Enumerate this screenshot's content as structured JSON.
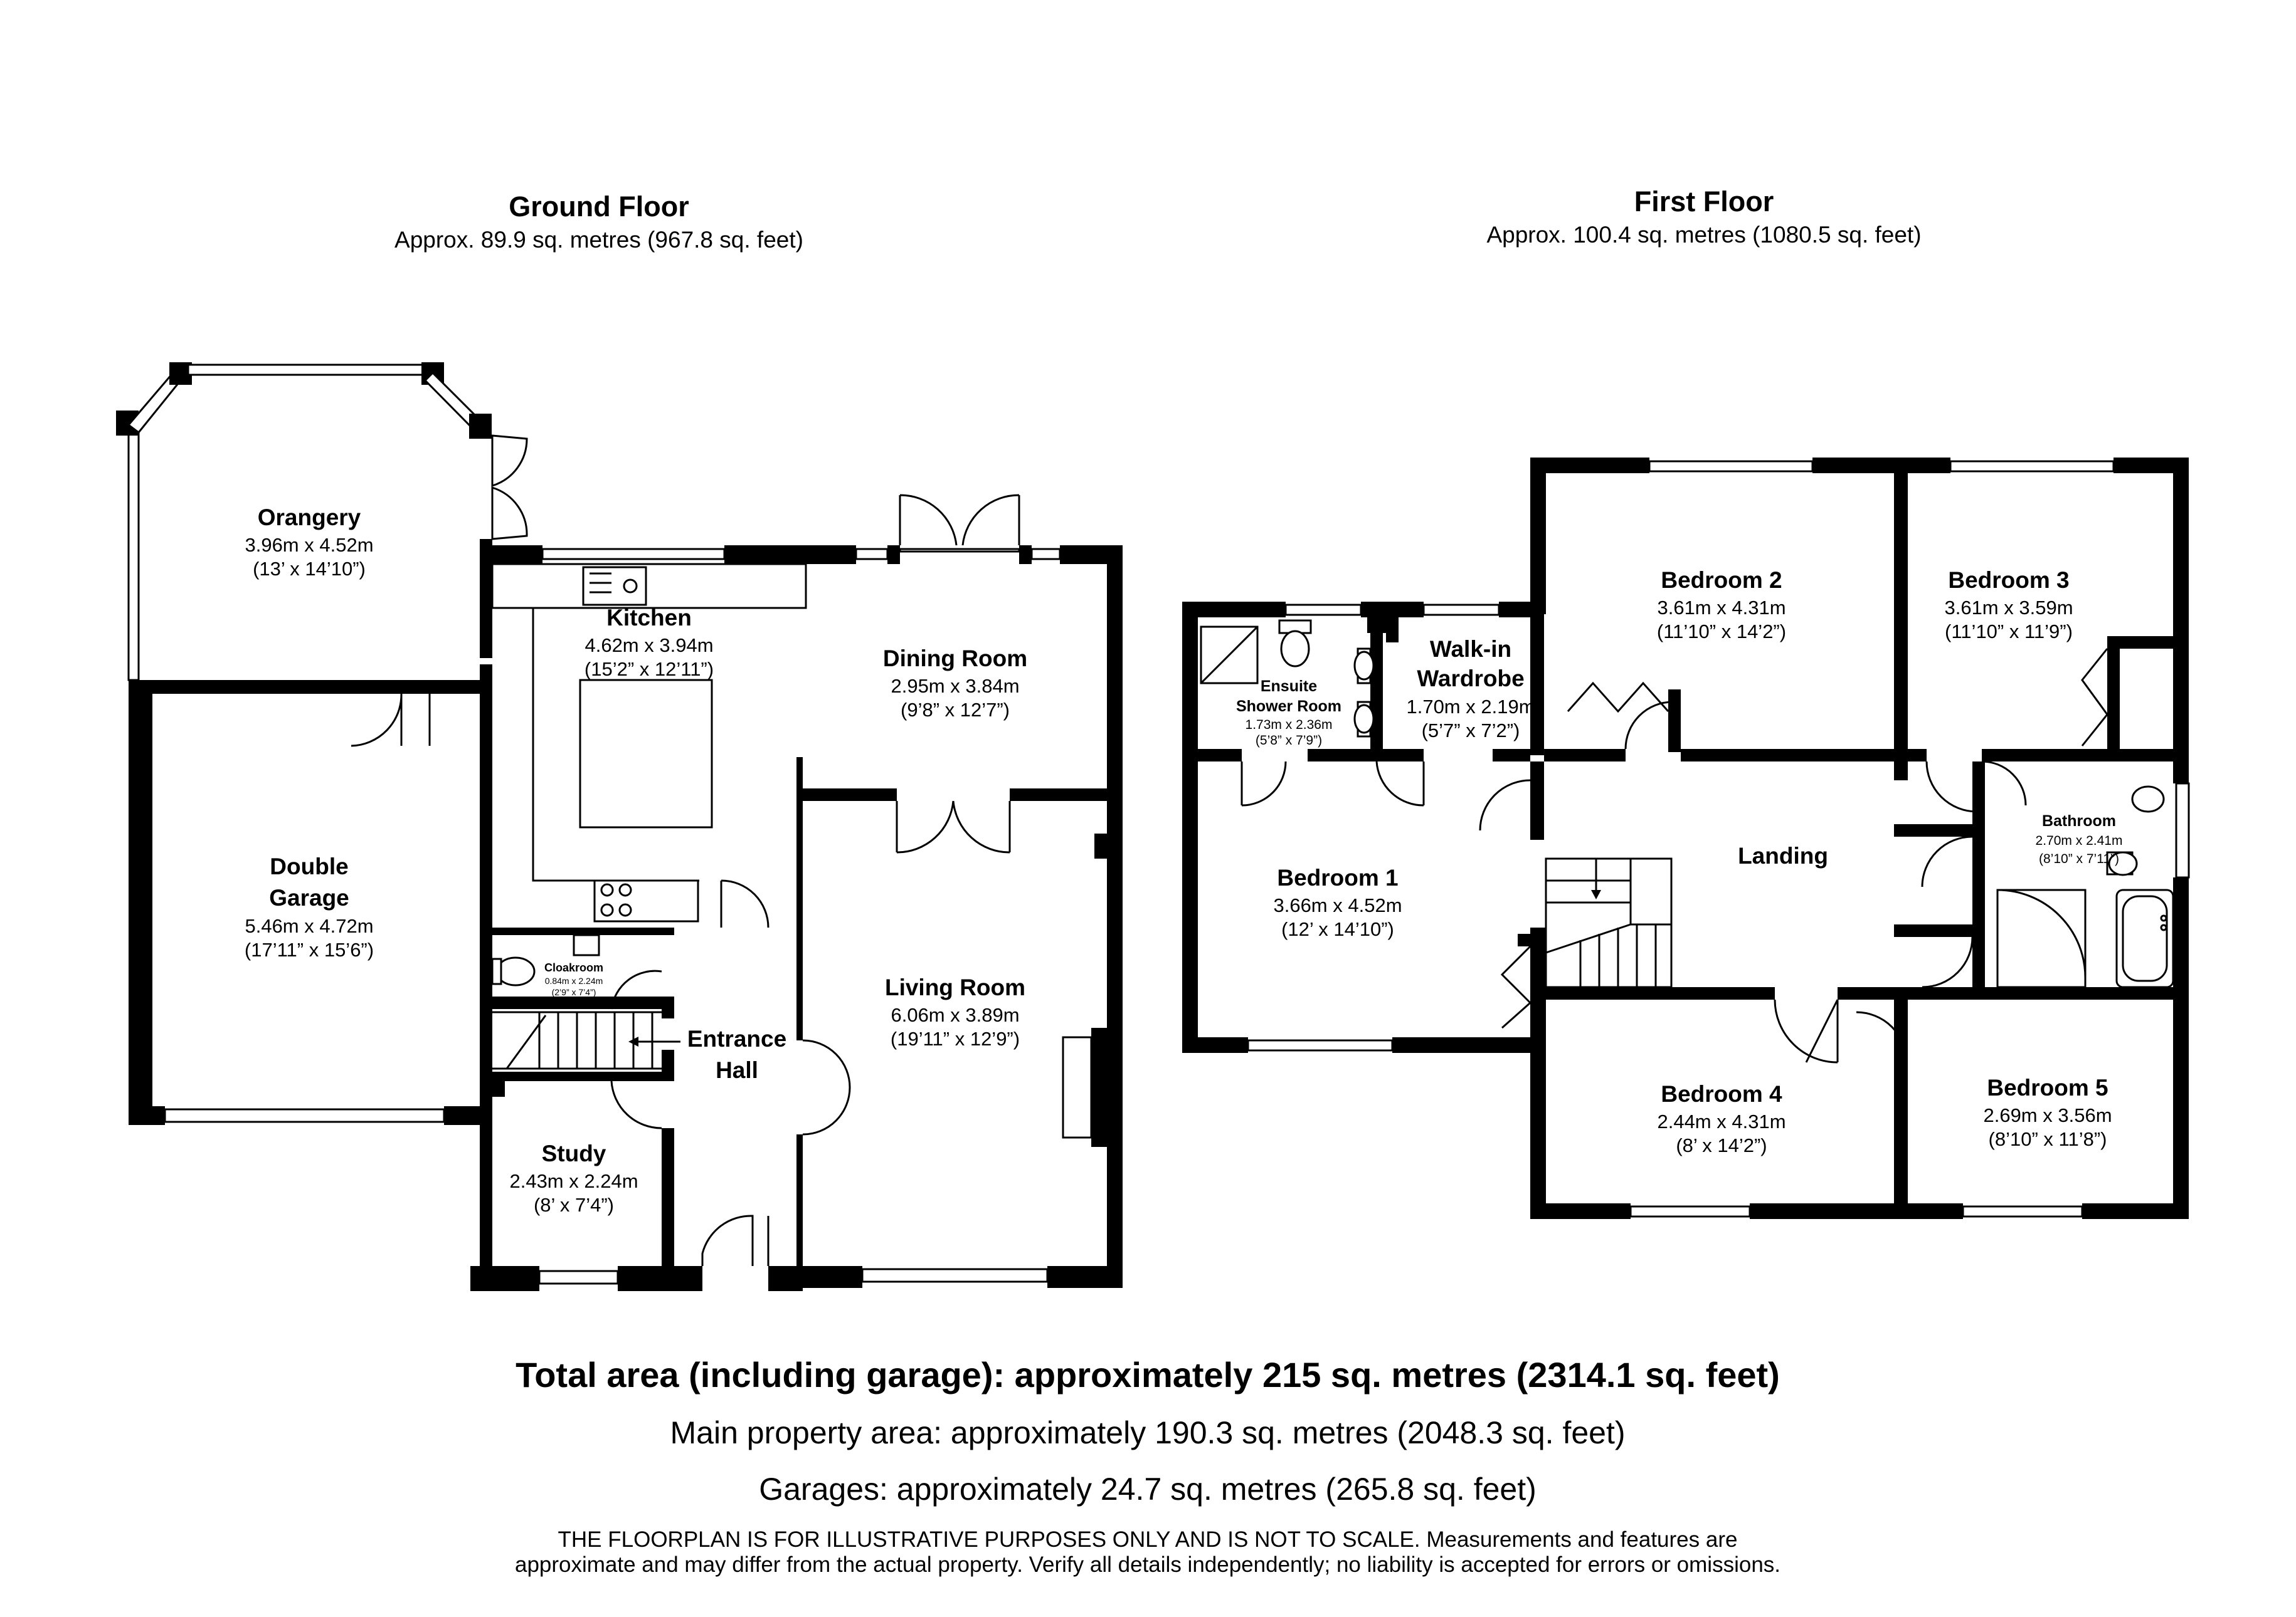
{
  "ground_floor": {
    "title": "Ground Floor",
    "area": "Approx. 89.9 sq. metres (967.8 sq. feet)",
    "rooms": {
      "orangery": {
        "name": "Orangery",
        "metric": "3.96m x 4.52m",
        "imperial": "(13’ x 14’10”)"
      },
      "kitchen": {
        "name": "Kitchen",
        "metric": "4.62m x 3.94m",
        "imperial": "(15’2” x 12’11”)"
      },
      "dining": {
        "name": "Dining Room",
        "metric": "2.95m x 3.84m",
        "imperial": "(9’8” x 12’7”)"
      },
      "garage": {
        "name_line1": "Double",
        "name_line2": "Garage",
        "metric": "5.46m x 4.72m",
        "imperial": "(17’11” x 15’6”)"
      },
      "cloakroom": {
        "name": "Cloakroom",
        "metric": "0.84m x 2.24m",
        "imperial": "(2’9” x 7’4”)"
      },
      "hall": {
        "name_line1": "Entrance",
        "name_line2": "Hall"
      },
      "living": {
        "name": "Living Room",
        "metric": "6.06m x 3.89m",
        "imperial": "(19’11” x 12’9”)"
      },
      "study": {
        "name": "Study",
        "metric": "2.43m x 2.24m",
        "imperial": "(8’ x 7’4”)"
      }
    }
  },
  "first_floor": {
    "title": "First Floor",
    "area": "Approx. 100.4 sq. metres (1080.5 sq. feet)",
    "rooms": {
      "bed2": {
        "name": "Bedroom 2",
        "metric": "3.61m x 4.31m",
        "imperial": "(11’10” x 14’2”)"
      },
      "bed3": {
        "name": "Bedroom 3",
        "metric": "3.61m x 3.59m",
        "imperial": "(11’10” x 11’9”)"
      },
      "ensuite": {
        "name_line1": "Ensuite",
        "name_line2": "Shower Room",
        "metric": "1.73m x 2.36m",
        "imperial": "(5’8” x 7’9”)"
      },
      "wardrobe": {
        "name_line1": "Walk-in",
        "name_line2": "Wardrobe",
        "metric": "1.70m x 2.19m",
        "imperial": "(5’7” x 7’2”)"
      },
      "bed1": {
        "name": "Bedroom 1",
        "metric": "3.66m x 4.52m",
        "imperial": "(12’ x 14’10”)"
      },
      "landing": {
        "name": "Landing"
      },
      "bathroom": {
        "name": "Bathroom",
        "metric": "2.70m x 2.41m",
        "imperial": "(8’10” x 7’11”)"
      },
      "bed4": {
        "name": "Bedroom 4",
        "metric": "2.44m x 4.31m",
        "imperial": "(8’ x 14’2”)"
      },
      "bed5": {
        "name": "Bedroom 5",
        "metric": "2.69m x 3.56m",
        "imperial": "(8’10” x 11’8”)"
      }
    }
  },
  "footer": {
    "total": "Total area (including garage): approximately 215 sq. metres (2314.1 sq. feet)",
    "main": "Main property area: approximately 190.3 sq. metres (2048.3 sq. feet)",
    "garages": "Garages: approximately 24.7 sq. metres (265.8 sq. feet)",
    "disclaimer_line1": "THE FLOORPLAN IS FOR ILLUSTRATIVE PURPOSES ONLY AND IS NOT TO SCALE. Measurements and features are",
    "disclaimer_line2": "approximate and may differ from the actual property. Verify all details independently; no liability is accepted for errors or omissions."
  }
}
